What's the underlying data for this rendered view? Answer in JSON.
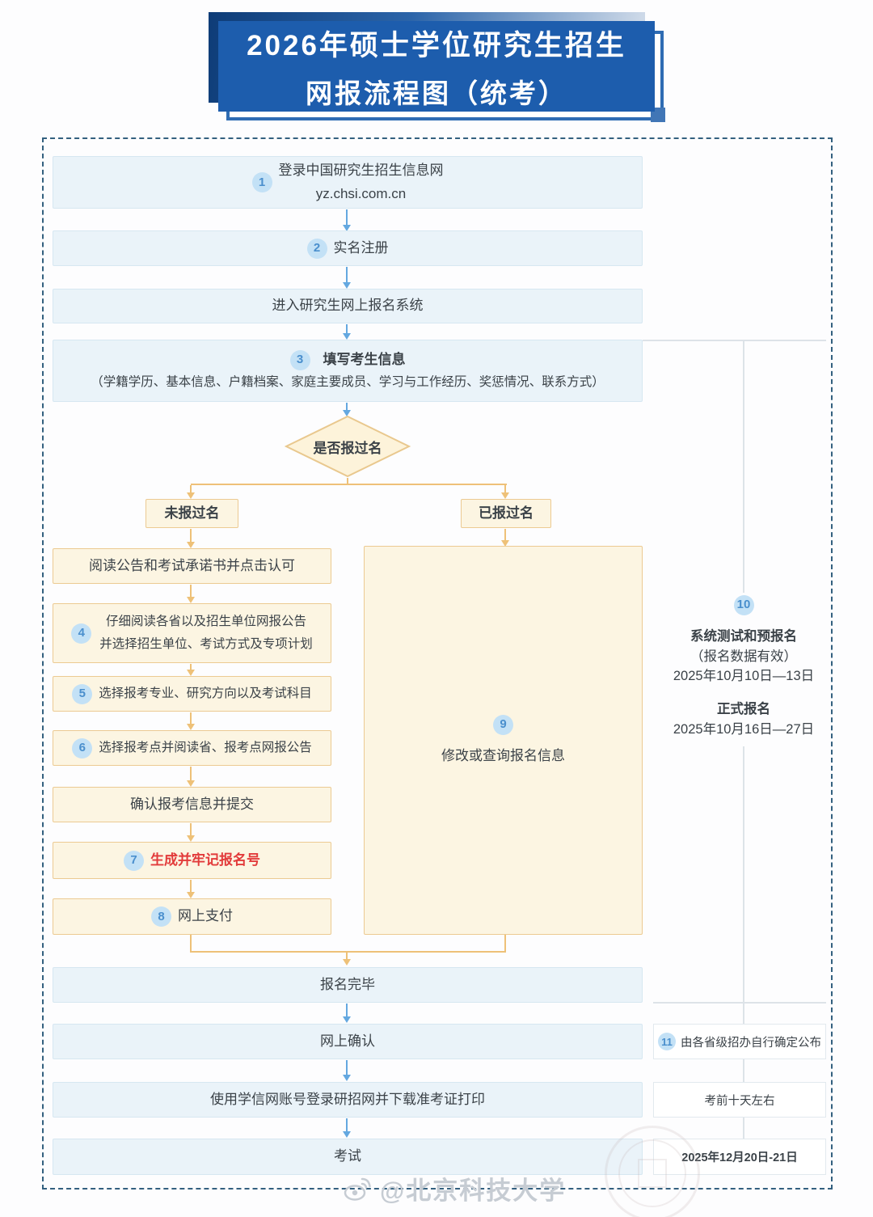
{
  "title": {
    "line1": "2026年硕士学位研究生招生",
    "line2": "网报流程图（统考）"
  },
  "flow": {
    "step1": {
      "num": "1",
      "line1": "登录中国研究生招生信息网",
      "line2": "yz.chsi.com.cn"
    },
    "step2": {
      "num": "2",
      "label": "实名注册"
    },
    "enter_system": {
      "label": "进入研究生网上报名系统"
    },
    "step3": {
      "num": "3",
      "label": "填写考生信息",
      "detail": "（学籍学历、基本信息、户籍档案、家庭主要成员、学习与工作经历、奖惩情况、联系方式）"
    },
    "decision": {
      "label": "是否报过名"
    },
    "branch_no": {
      "label": "未报过名"
    },
    "branch_yes": {
      "label": "已报过名"
    },
    "read_notice": {
      "label": "阅读公告和考试承诺书并点击认可"
    },
    "step4": {
      "num": "4",
      "line1": "仔细阅读各省以及招生单位网报公告",
      "line2": "并选择招生单位、考试方式及专项计划"
    },
    "step5": {
      "num": "5",
      "label": "选择报考专业、研究方向以及考试科目"
    },
    "step6": {
      "num": "6",
      "label": "选择报考点并阅读省、报考点网报公告"
    },
    "confirm_submit": {
      "label": "确认报考信息并提交"
    },
    "step7": {
      "num": "7",
      "label": "生成并牢记报名号"
    },
    "step8": {
      "num": "8",
      "label": "网上支付"
    },
    "step9": {
      "num": "9",
      "label": "修改或查询报名信息"
    },
    "reg_done": {
      "label": "报名完毕"
    },
    "online_confirm": {
      "label": "网上确认"
    },
    "download_ticket": {
      "label": "使用学信网账号登录研招网并下载准考证打印"
    },
    "exam": {
      "label": "考试"
    }
  },
  "side": {
    "step10": {
      "num": "10",
      "heading1": "系统测试和预报名",
      "note": "（报名数据有效）",
      "date1": "2025年10月10日—13日",
      "heading2": "正式报名",
      "date2": "2025年10月16日—27日"
    },
    "step11": {
      "num": "11",
      "label": "由各省级招办自行确定公布"
    },
    "ticket_time": {
      "label": "考前十天左右"
    },
    "exam_date": {
      "label": "2025年12月20日-21日"
    }
  },
  "footer": {
    "handle": "@北京科技大学"
  },
  "colors": {
    "title_bg": "#1d5dad",
    "box_blue": "#eaf3f9",
    "box_tan": "#fcf5e2",
    "arrow_blue": "#64a8e0",
    "arrow_orange": "#eec178",
    "badge_bg": "#c3e1f6",
    "badge_fg": "#4a8fcd",
    "highlight_red": "#e23b3b",
    "dashed_border": "#33607f"
  }
}
